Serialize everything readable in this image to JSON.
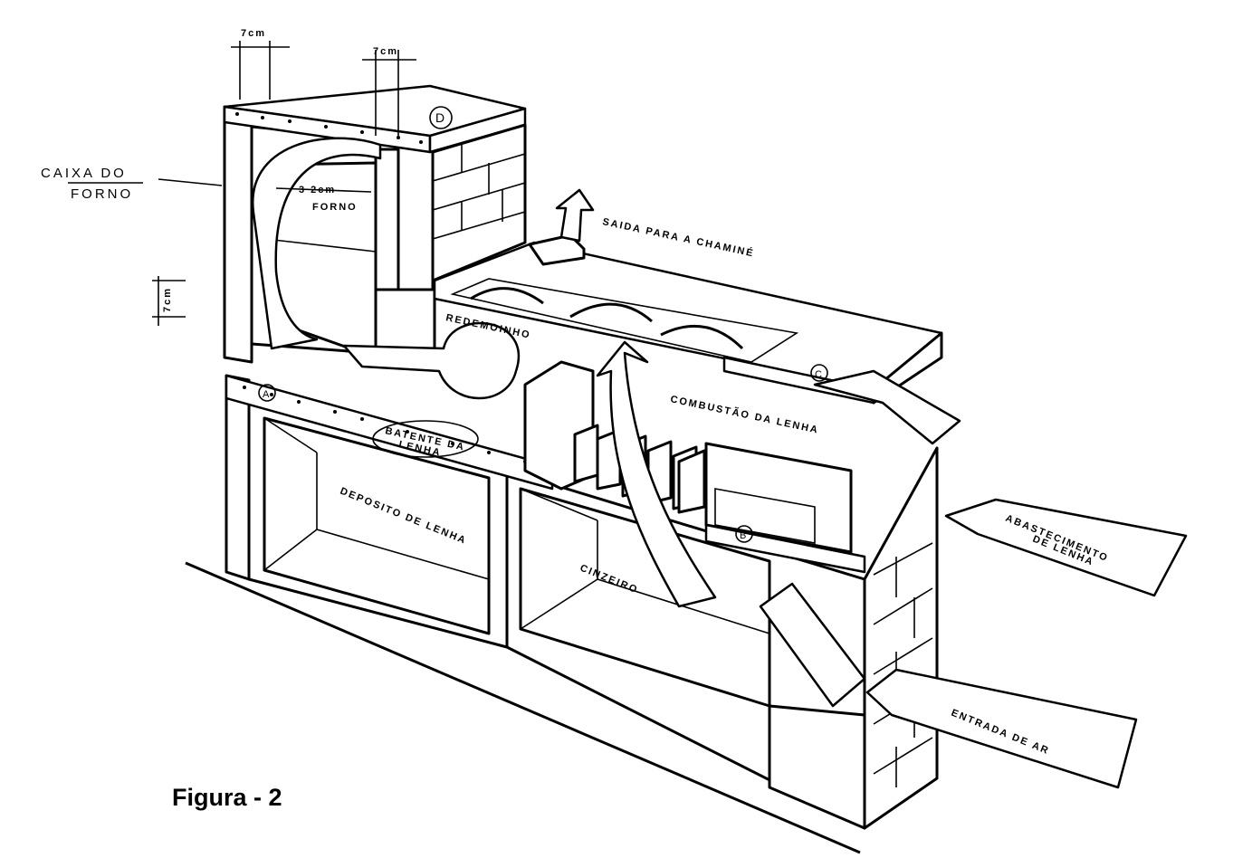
{
  "labels": {
    "caixa_do": "CAIXA DO",
    "forno_box": "FORNO",
    "dim_7cm_left": "7cm",
    "dim_7cm_right": "7cm",
    "dim_7cm_side": "7cm",
    "dim_32cm": "3 2cm",
    "forno": "FORNO",
    "redemoinho": "REDEMOINHO",
    "saida_chamine": "SAIDA PARA A CHAMINÉ",
    "combustao": "COMBUSTÃO DA LENHA",
    "batente_1": "BATENTE DA",
    "batente_2": "LENHA",
    "deposito": "DEPOSITO DE LENHA",
    "cinzeiro": "CINZEIRO",
    "abastecimento_1": "ABASTECIMENTO",
    "abastecimento_2": "DE LENHA",
    "entrada_ar": "ENTRADA DE AR",
    "marker_a": "A",
    "marker_b": "B",
    "marker_c": "C",
    "marker_d": "D",
    "figura": "Figura - 2"
  }
}
